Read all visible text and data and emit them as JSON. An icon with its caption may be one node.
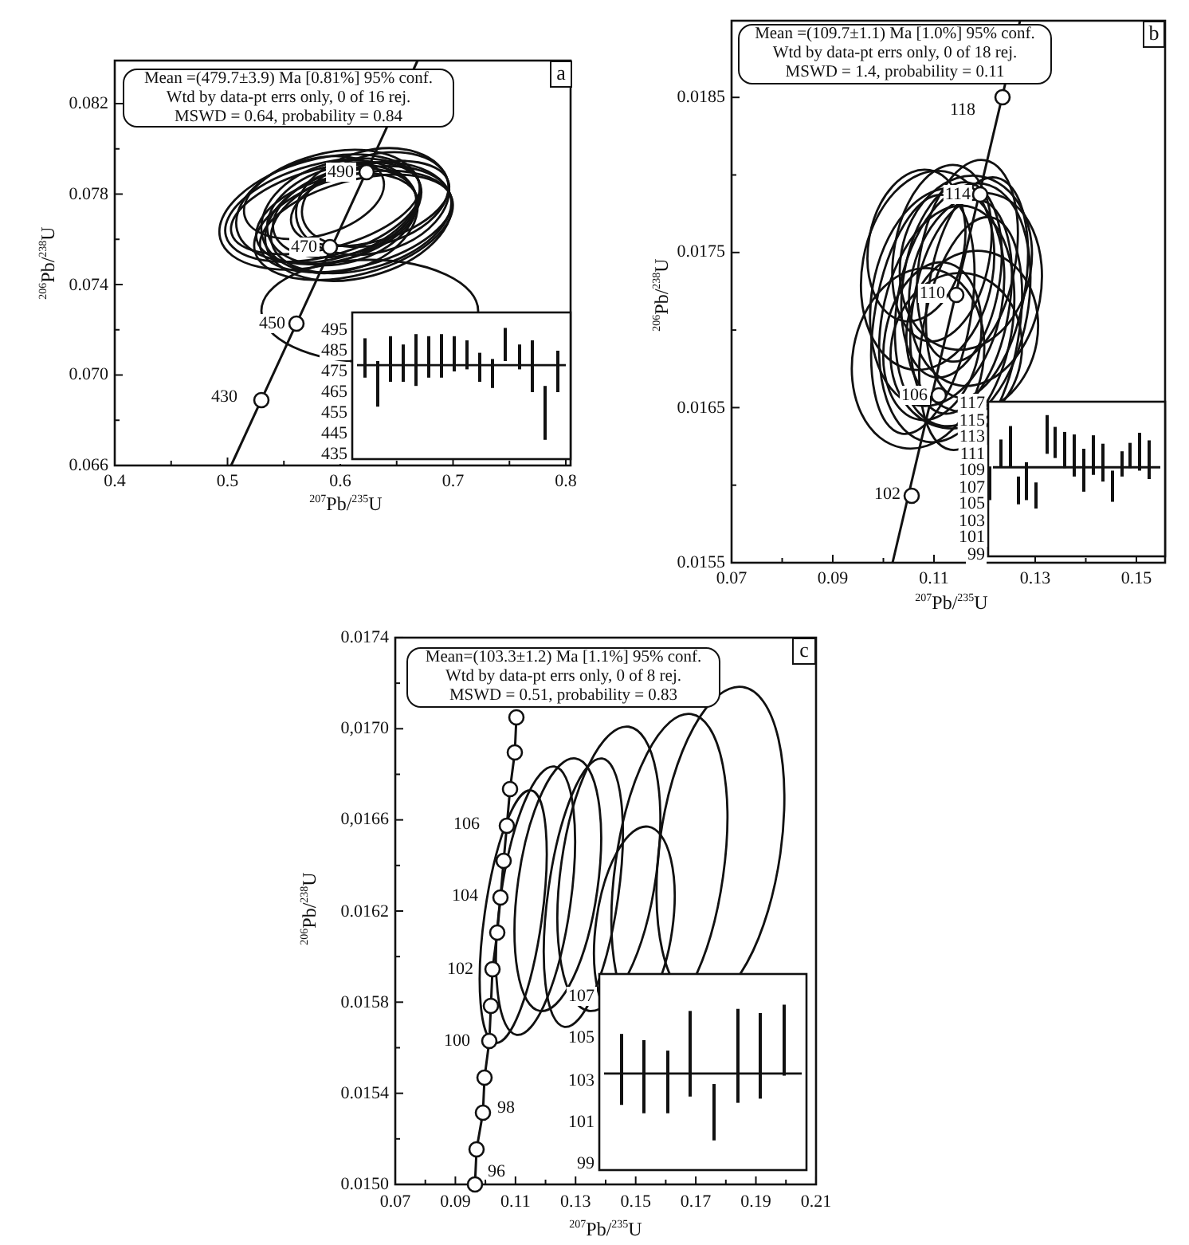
{
  "diagram": {
    "nodes": [
      {
        "text": [
          "Mean =(479.7±3.9) Ma [0.81%] 95% conf.",
          "Wtd by data-pt errs only, 0 of 16 rej.",
          "MSWD = 0.64, probability = 0.84"
        ]
      },
      {
        "text": [
          "a"
        ]
      },
      {
        "text": [
          "Mean =(109.7±1.1) Ma [1.0%] 95% conf.",
          "Wtd by data-pt errs only, 0 of 18 rej.",
          "MSWD = 1.4, probability = 0.11"
        ]
      },
      {
        "text": [
          "b"
        ]
      },
      {
        "text": [
          "Mean=(103.3±1.2) Ma [1.1%] 95% conf.",
          "Wtd by data-pt errs only, 0 of 8 rej.",
          "MSWD = 0.51, probability = 0.83"
        ]
      },
      {
        "text": [
          "c"
        ]
      }
    ],
    "labels": [
      "0.082",
      "0.078",
      "0.074",
      "0.070",
      "0.066",
      "0.4",
      "0.5",
      "0.6",
      "0.7",
      "0.8",
      "$^{206}$Pb/$^{238}$U",
      "$^{207}$Pb/$^{235}$U",
      "490",
      "470",
      "450",
      "430",
      "495",
      "485",
      "475",
      "465",
      "455",
      "445",
      "435",
      "0.0185",
      "0.0175",
      "0.0165",
      "0.0155",
      "0.07",
      "0.09",
      "0.11",
      "0.13",
      "0.15",
      "$^{206}$Pb/$^{238}$U",
      "$^{207}$Pb/$^{235}$U",
      "118",
      "114",
      "110",
      "106",
      "102",
      "117",
      "115",
      "113",
      "111",
      "109",
      "107",
      "105",
      "103",
      "101",
      "99",
      "0.0174",
      "0,0170",
      "0,0166",
      "0.0162",
      "0.0158",
      "0.0154",
      "0.0150",
      "0.07",
      "0.09",
      "0.11",
      "0.13",
      "0.15",
      "0.17",
      "0.19",
      "0.21",
      "$^{206}$Pb/$^{238}$U",
      "$^{207}$Pb/$^{235}$U",
      "106",
      "104",
      "102",
      "100",
      "98",
      "96",
      "107",
      "105",
      "103",
      "101",
      "99"
    ]
  }
}
